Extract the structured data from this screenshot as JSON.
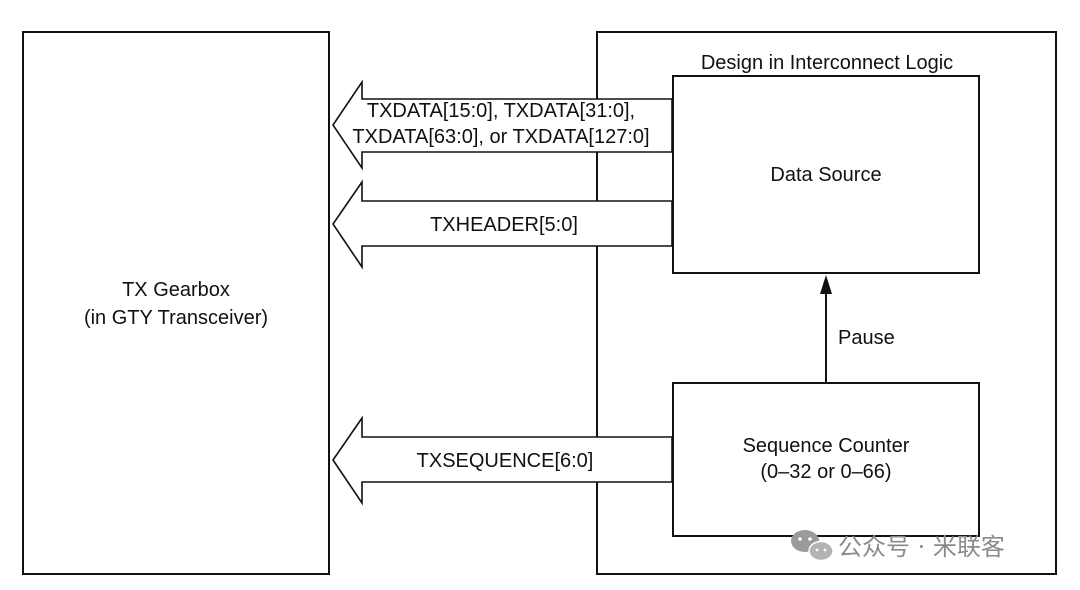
{
  "diagram": {
    "gearbox": {
      "line1": "TX Gearbox",
      "line2": "(in GTY Transceiver)"
    },
    "interconnect": {
      "title": "Design in Interconnect Logic"
    },
    "data_source": {
      "label": "Data Source"
    },
    "sequence_counter": {
      "line1": "Sequence Counter",
      "line2": "(0–32 or 0–66)"
    },
    "signals": {
      "txdata_line1": "TXDATA[15:0], TXDATA[31:0],",
      "txdata_line2": "TXDATA[63:0], or TXDATA[127:0]",
      "txheader": "TXHEADER[5:0]",
      "txsequence": "TXSEQUENCE[6:0]",
      "pause": "Pause"
    }
  },
  "watermark": {
    "text": "公众号 · 米联客",
    "icon": "wechat-icon"
  },
  "colors": {
    "stroke": "#111111",
    "background": "#ffffff",
    "watermark": "#8a8a8a"
  }
}
